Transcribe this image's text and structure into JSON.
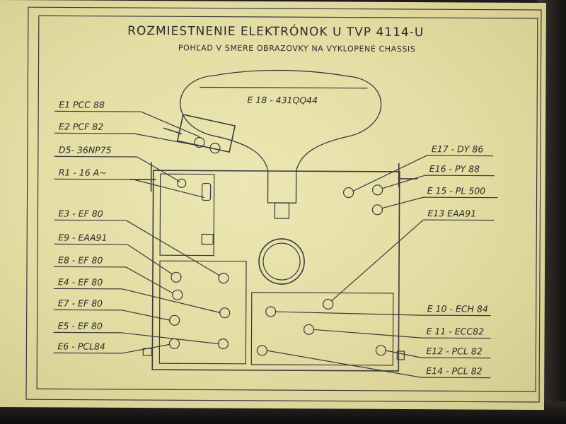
{
  "title": "ROZMIESTNENIE ELEKTRÓNOK U TVP 4114-U",
  "subtitle": "POHĽAD V SMERE OBRAZOVKY NA VYKLOPENÉ CHASSIS",
  "crt_label": "E 18 - 431QQ44",
  "labels_left": [
    "E1 PCC 88",
    "E2 PCF 82",
    "D5- 36NP75",
    "R1 - 16 A~",
    "E3 - EF 80",
    "E9 - EAA91",
    "E8 - EF 80",
    "E4 - EF 80",
    "E7 - EF 80",
    "E5 - EF 80",
    "E6 - PCL84"
  ],
  "labels_right": [
    "E17 - DY 86",
    "E16 - PY 88",
    "E 15 - PL 500",
    "E13 EAA91",
    "E 10 - ECH 84",
    "E 11 - ECC82",
    "E12 - PCL 82",
    "E14 - PCL 82"
  ],
  "colors": {
    "paper": "#e6dfa6",
    "ink": "#3a3840",
    "background": "#1e1c1a"
  }
}
